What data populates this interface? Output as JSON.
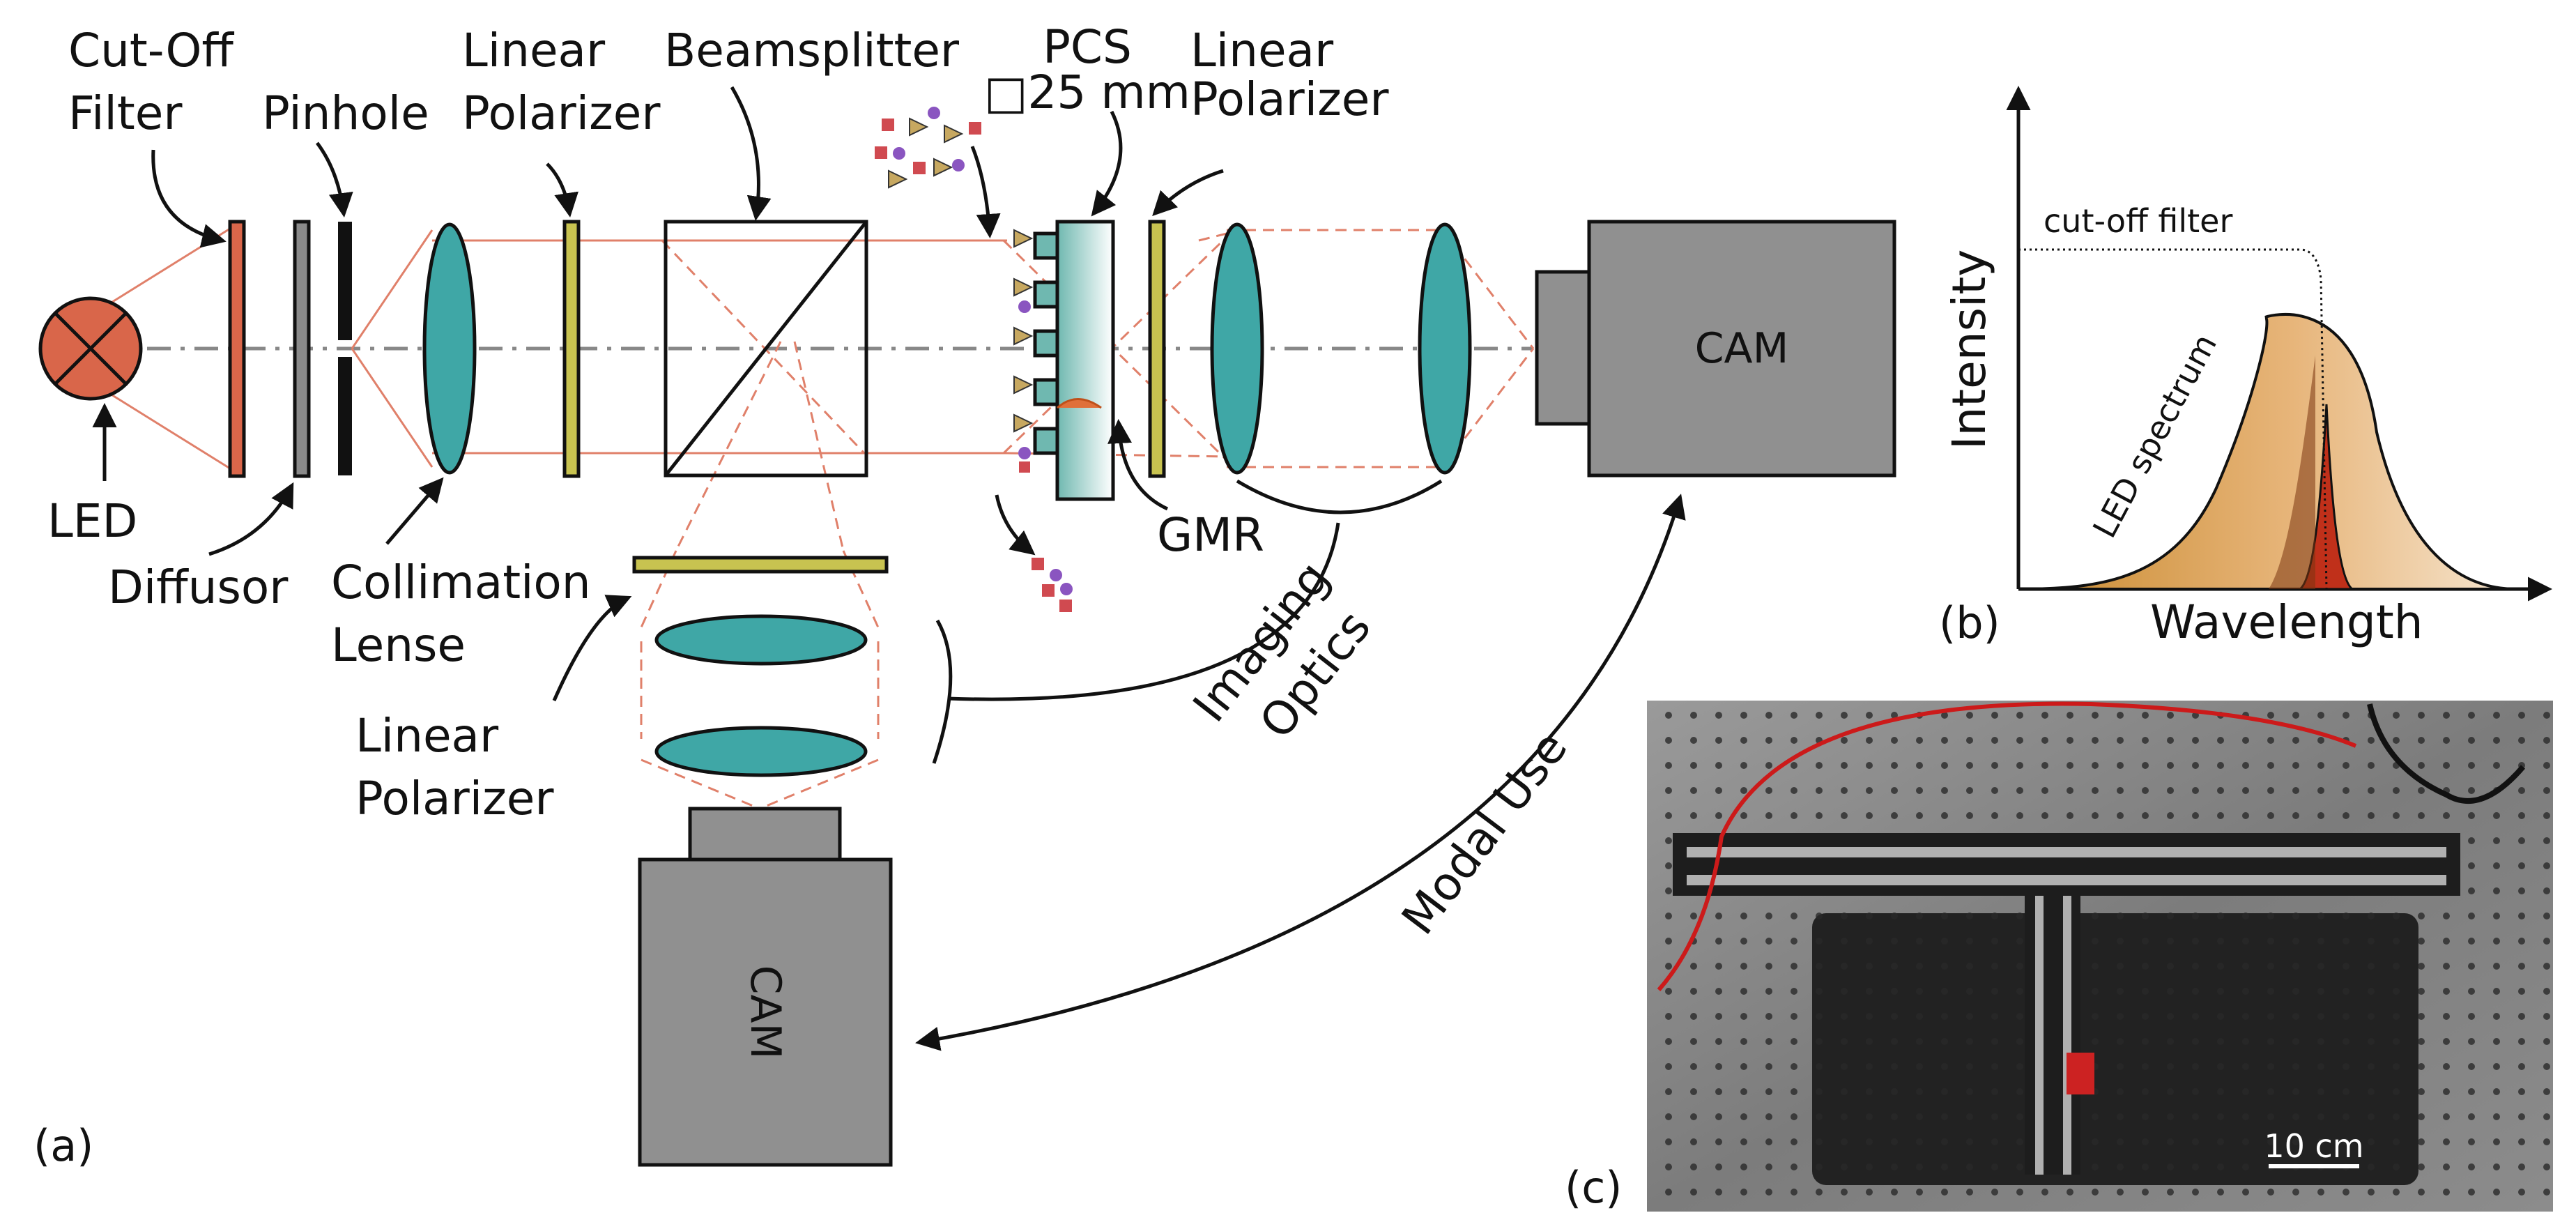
{
  "labels": {
    "cutoff_filter": [
      "Cut-Off",
      "Filter"
    ],
    "pinhole": "Pinhole",
    "linear_polarizer_top": [
      "Linear",
      "Polarizer"
    ],
    "beamsplitter": "Beamsplitter",
    "pcs": [
      "PCS",
      "□25 mm"
    ],
    "linear_polarizer_right": [
      "Linear",
      "Polarizer"
    ],
    "led": "LED",
    "diffusor": "Diffusor",
    "collimation_lense": [
      "Collimation",
      "Lense"
    ],
    "gmr": "GMR",
    "linear_polarizer_bottom": [
      "Linear",
      "Polarizer"
    ],
    "imaging_optics": [
      "Imaging",
      "Optics"
    ],
    "modal_use": "Modal Use",
    "cam": "CAM"
  },
  "panels": {
    "a": "(a)",
    "b": "(b)",
    "c": "(c)"
  },
  "spectrum": {
    "ylabel": "Intensity",
    "xlabel": "Wavelength",
    "cutoff_label": "cut-off filter",
    "led_label": "LED spectrum"
  },
  "photo": {
    "scale_bar": "10 cm"
  },
  "colors": {
    "led": "#d9664a",
    "filter": "#d9664a",
    "diffusor": "#8a8a8a",
    "lens": "#3fa7a6",
    "polarizer": "#c8c350",
    "camera": "#909090",
    "beam": "#e0806a",
    "spectrum_orange": "#d99540",
    "spectrum_red": "#c0301a"
  }
}
